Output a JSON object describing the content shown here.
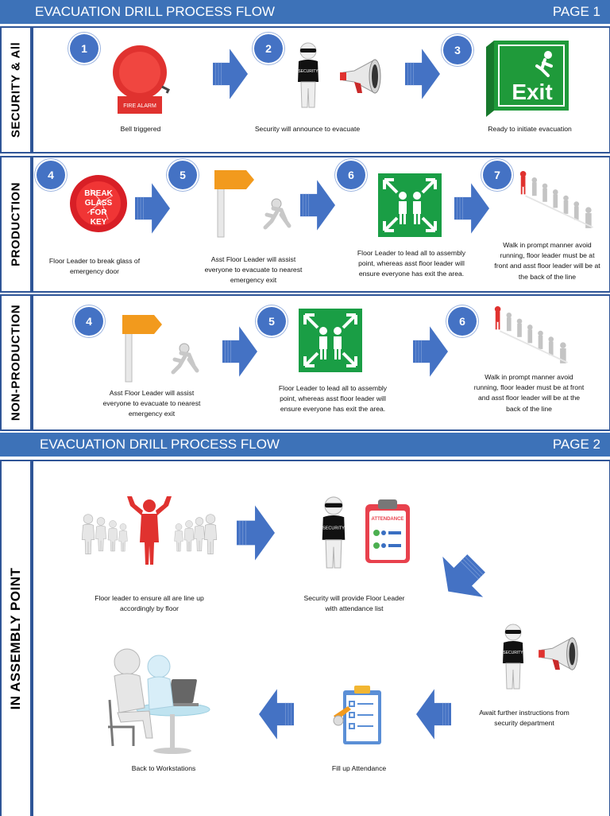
{
  "page1": {
    "title": "EVACUATION DRILL PROCESS FLOW",
    "page_label": "PAGE 1"
  },
  "page2": {
    "title": "EVACUATION DRILL PROCESS FLOW",
    "page_label": "PAGE 2"
  },
  "sections": {
    "security": {
      "label": "SECURITY & All",
      "steps": [
        {
          "num": "1",
          "caption": "Bell triggered",
          "icon": "fire-alarm-bell-icon",
          "icon_text": "FIRE ALARM"
        },
        {
          "num": "2",
          "caption": "Security will announce to evacuate",
          "icon": "security-guard-megaphone-icon",
          "icon_text": "SECURITY"
        },
        {
          "num": "3",
          "caption": "Ready to initiate evacuation",
          "icon": "exit-sign-icon",
          "icon_text": "Exit"
        }
      ]
    },
    "production": {
      "label": "PRODUCTION",
      "steps": [
        {
          "num": "4",
          "caption": "Floor Leader to break glass of emergency door",
          "icon": "break-glass-icon",
          "icon_text": "BREAK GLASS FOR KEY"
        },
        {
          "num": "5",
          "caption": "Asst Floor Leader will assist everyone to evacuate to nearest emergency exit",
          "icon": "running-to-exit-icon"
        },
        {
          "num": "6",
          "caption": "Floor Leader to lead all to assembly point, whereas asst floor leader will ensure everyone has exit the area.",
          "icon": "assembly-point-icon"
        },
        {
          "num": "7",
          "caption": "Walk in prompt manner avoid running, floor leader must be at front and asst floor leader will be at the back of the line",
          "icon": "people-line-icon"
        }
      ]
    },
    "non_production": {
      "label": "NON-PRODUCTION",
      "steps": [
        {
          "num": "4",
          "caption": "Asst Floor Leader will assist everyone to evacuate to nearest emergency exit",
          "icon": "running-to-exit-icon"
        },
        {
          "num": "5",
          "caption": "Floor Leader to lead all to assembly point, whereas asst floor leader will ensure everyone has exit the area.",
          "icon": "assembly-point-icon"
        },
        {
          "num": "6",
          "caption": "Walk in prompt manner avoid running, floor leader must be at front and asst floor leader will be at the back of the line",
          "icon": "people-line-icon"
        }
      ]
    },
    "assembly": {
      "label": "IN ASSEMBLY POINT",
      "steps": [
        {
          "caption": "Floor leader to ensure all are line up accordingly by floor",
          "icon": "leader-with-crowd-icon"
        },
        {
          "caption": "Security will provide Floor Leader with attendance list",
          "icon": "security-attendance-icon",
          "icon_text": "ATTENDANCE"
        },
        {
          "caption": "Await further instructions from security department",
          "icon": "security-guard-megaphone-icon"
        },
        {
          "caption": "Fill up Attendance",
          "icon": "clipboard-checklist-icon"
        },
        {
          "caption": "Back to Workstations",
          "icon": "people-at-desk-icon"
        }
      ]
    }
  },
  "colors": {
    "header_blue": "#3d72b8",
    "border_blue": "#2f5597",
    "arrow_blue": "#4472c4",
    "badge_blue": "#4472c4",
    "assembly_green": "#1a9e45",
    "alarm_red": "#e0322f",
    "exit_green": "#1f9a3a",
    "sign_orange": "#f29a1d"
  }
}
